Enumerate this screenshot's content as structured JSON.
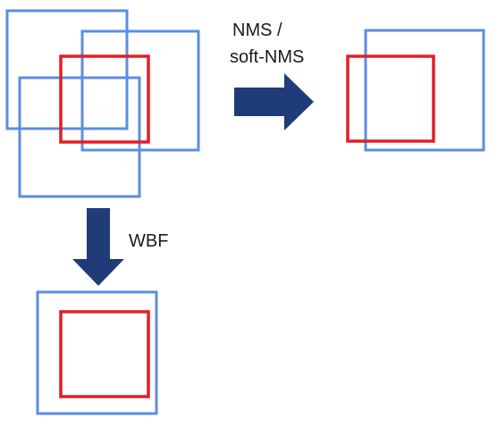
{
  "labels": {
    "nms_line1": "NMS /",
    "nms_line2": "soft-NMS",
    "wbf": "WBF"
  },
  "colors": {
    "prediction_box": "#5b8ee0",
    "fused_box": "#e01f26",
    "arrow": "#1f3c78",
    "text": "#1a1a1a"
  }
}
